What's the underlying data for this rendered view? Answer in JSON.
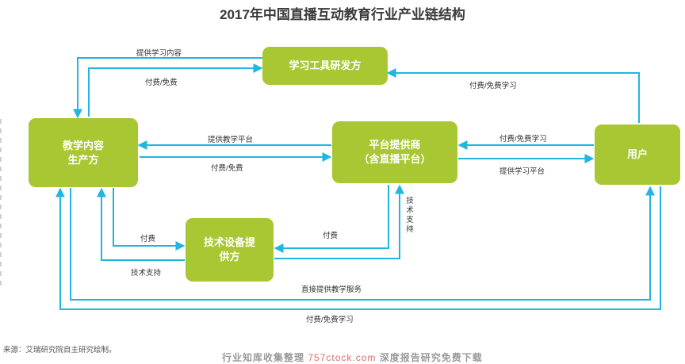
{
  "title": "2017年中国直播互动教育行业产业链结构",
  "nodes": {
    "tools": {
      "label": "学习工具研发方"
    },
    "content": {
      "line1": "教学内容",
      "line2": "生产方"
    },
    "platform": {
      "line1": "平台提供商",
      "line2": "（含直播平台）"
    },
    "user": {
      "label": "用户"
    },
    "tech": {
      "line1": "技术设备提",
      "line2": "供方"
    }
  },
  "edges": {
    "tools_to_content": "提供学习内容",
    "content_to_tools": "付费/免费",
    "user_to_tools": "付费/免费学习",
    "platform_to_content": "提供教学平台",
    "content_to_platform": "付费/免费",
    "user_to_platform": "付费/免费学习",
    "platform_to_user": "提供学习平台",
    "content_to_tech": "付费",
    "tech_to_content": "技术支持",
    "platform_to_tech": "付费",
    "tech_to_platform": "技术支持",
    "direct_service": "直接提供教学服务",
    "user_pay": "付费/免费学习"
  },
  "footer": {
    "source": "来源：艾瑞研究院自主研究绘制。",
    "watermark_left": "行业知库收集整理",
    "watermark_url": "757ctock.com",
    "watermark_right": "深度报告研究免费下载"
  },
  "colors": {
    "node": "#a8c733",
    "arrow": "#1fb6e3",
    "text": "#333333"
  }
}
